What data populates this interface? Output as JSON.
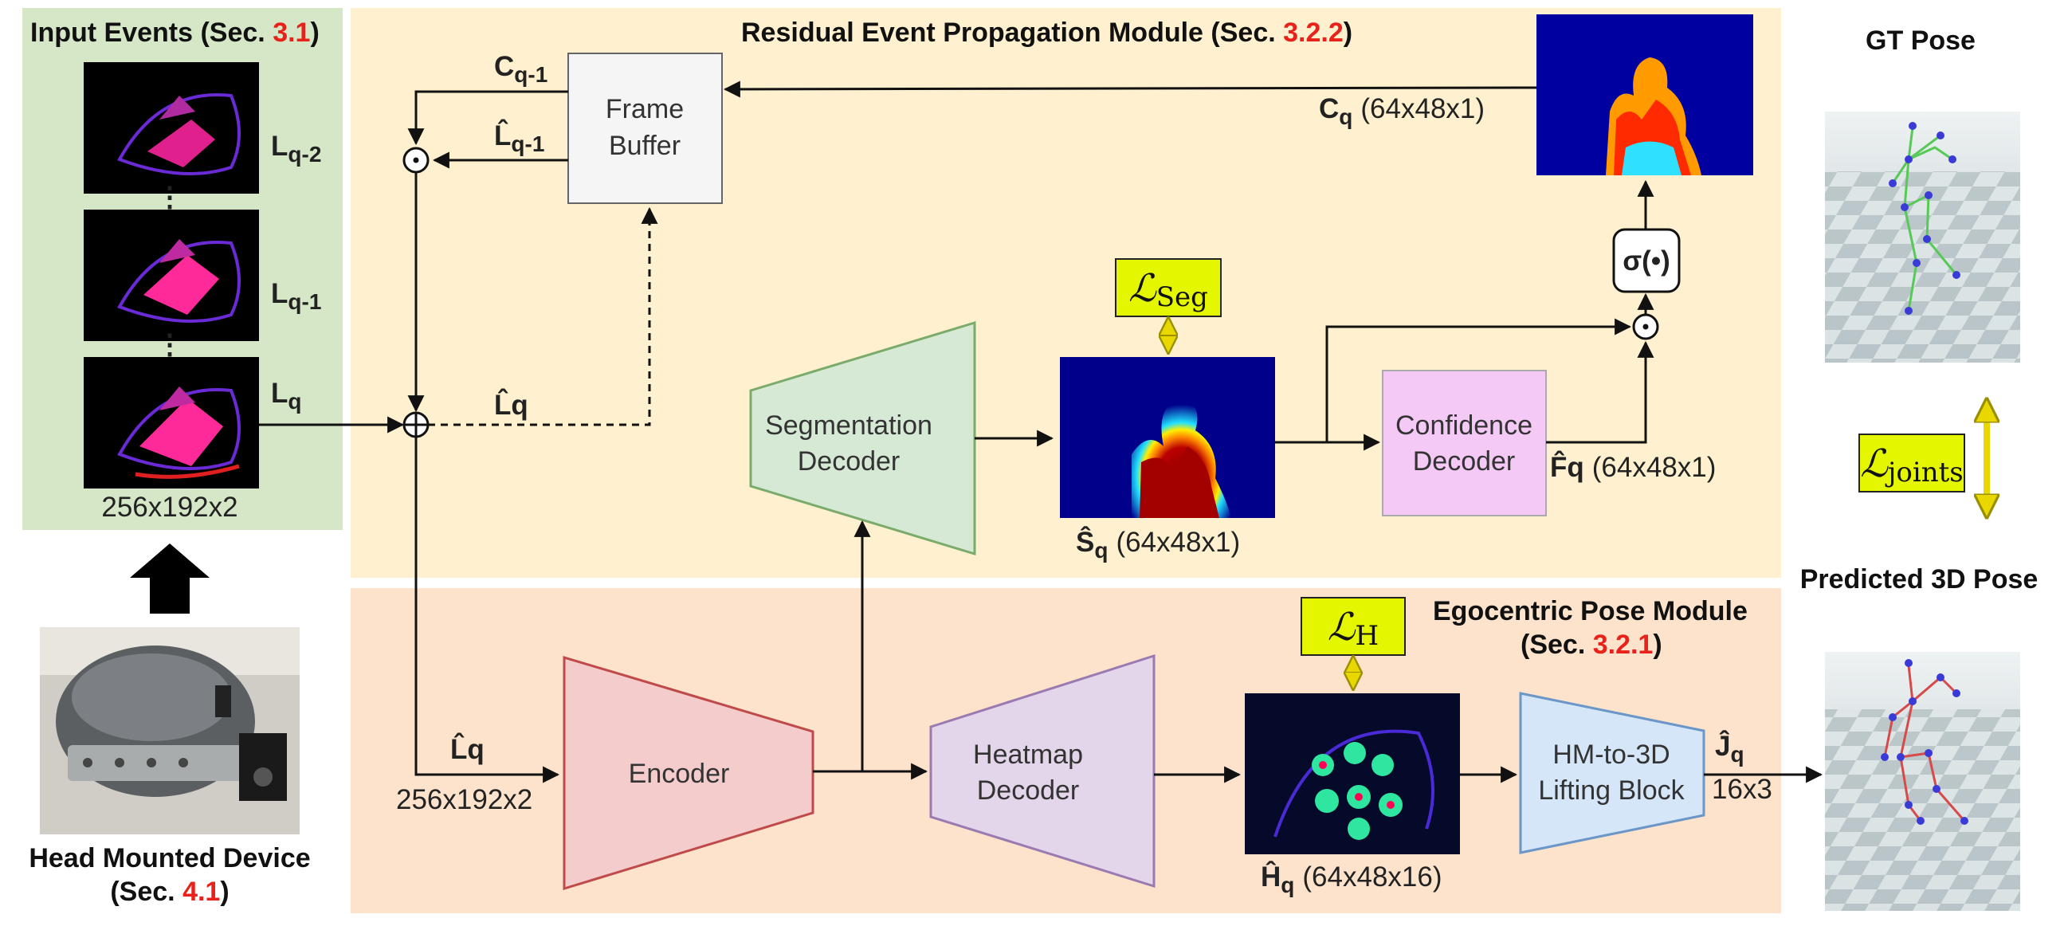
{
  "input_events": {
    "title": "Input Events (Sec. ",
    "sec": "3.1",
    "close": ")",
    "frames": [
      "L",
      "L",
      "L"
    ],
    "frame_subs": [
      "q-2",
      "q-1",
      "q"
    ],
    "dims": "256x192x2"
  },
  "device": {
    "title": "Head Mounted Device",
    "sec_prefix": "(Sec. ",
    "sec": "4.1",
    "close": ")"
  },
  "repm": {
    "title": "Residual Event Propagation Module (Sec. ",
    "sec": "3.2.2",
    "close": ")",
    "frame_buffer": [
      "Frame",
      "Buffer"
    ],
    "c_prev": "C",
    "c_prev_sub": "q-1",
    "l_prev": "L̂",
    "l_prev_sub": "q-1",
    "l_hat": "L̂q",
    "cq": "C",
    "cq_sub": "q",
    "cq_dims": "(64x48x1)",
    "sigma": "σ(•)",
    "seg_decoder": [
      "Segmentation",
      "Decoder"
    ],
    "loss_seg": "Seg",
    "sq": "Ŝ",
    "sq_sub": "q",
    "sq_dims": "(64x48x1)",
    "conf_decoder": [
      "Confidence",
      "Decoder"
    ],
    "fq": "F̂q",
    "fq_dims": "(64x48x1)"
  },
  "epm": {
    "title": "Egocentric Pose Module",
    "sec_prefix": "(Sec. ",
    "sec": "3.2.1",
    "close": ")",
    "l_hat": "L̂q",
    "dims": "256x192x2",
    "encoder": "Encoder",
    "heatmap_decoder": [
      "Heatmap",
      "Decoder"
    ],
    "loss_h": "H",
    "hq": "Ĥ",
    "hq_sub": "q",
    "hq_dims": "(64x48x16)",
    "lifting": [
      "HM-to-3D",
      "Lifting Block"
    ],
    "jq": "Ĵ",
    "jq_sub": "q",
    "jq_dims": "16x3"
  },
  "right": {
    "gt": "GT Pose",
    "loss_joints": "joints",
    "pred": "Predicted 3D Pose"
  },
  "loss_symbol": "ℒ",
  "colors": {
    "input_bg": "#d6e7c7",
    "repm_bg": "#fff1cf",
    "epm_bg": "#fde3cc",
    "seg": "#d6e9d4",
    "conf": "#f4c9f5",
    "encoder": "#f4cccc",
    "heatmap": "#e3d6ea",
    "lifting": "#d5e6f8",
    "loss": "#e5f700",
    "sec_red": "#e8221a"
  }
}
